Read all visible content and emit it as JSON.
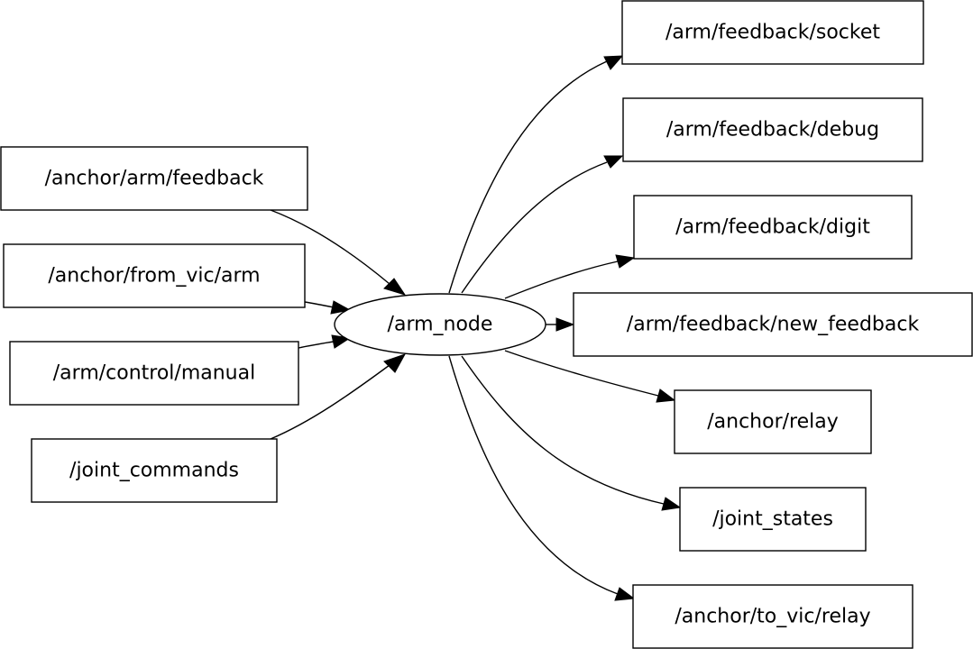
{
  "graph": {
    "center": {
      "id": "arm_node",
      "label": "/arm_node"
    },
    "inputs": [
      {
        "id": "anchor_arm_feedback",
        "label": "/anchor/arm/feedback"
      },
      {
        "id": "anchor_from_vic_arm",
        "label": "/anchor/from_vic/arm"
      },
      {
        "id": "arm_control_manual",
        "label": "/arm/control/manual"
      },
      {
        "id": "joint_commands",
        "label": "/joint_commands"
      }
    ],
    "outputs": [
      {
        "id": "arm_feedback_socket",
        "label": "/arm/feedback/socket"
      },
      {
        "id": "arm_feedback_debug",
        "label": "/arm/feedback/debug"
      },
      {
        "id": "arm_feedback_digit",
        "label": "/arm/feedback/digit"
      },
      {
        "id": "arm_feedback_new_feedback",
        "label": "/arm/feedback/new_feedback"
      },
      {
        "id": "anchor_relay",
        "label": "/anchor/relay"
      },
      {
        "id": "joint_states",
        "label": "/joint_states"
      },
      {
        "id": "anchor_to_vic_relay",
        "label": "/anchor/to_vic/relay"
      }
    ],
    "edges": [
      {
        "from": "anchor_arm_feedback",
        "to": "arm_node"
      },
      {
        "from": "anchor_from_vic_arm",
        "to": "arm_node"
      },
      {
        "from": "arm_control_manual",
        "to": "arm_node"
      },
      {
        "from": "joint_commands",
        "to": "arm_node"
      },
      {
        "from": "arm_node",
        "to": "arm_feedback_socket"
      },
      {
        "from": "arm_node",
        "to": "arm_feedback_debug"
      },
      {
        "from": "arm_node",
        "to": "arm_feedback_digit"
      },
      {
        "from": "arm_node",
        "to": "arm_feedback_new_feedback"
      },
      {
        "from": "arm_node",
        "to": "anchor_relay"
      },
      {
        "from": "arm_node",
        "to": "joint_states"
      },
      {
        "from": "arm_node",
        "to": "anchor_to_vic_relay"
      }
    ]
  }
}
